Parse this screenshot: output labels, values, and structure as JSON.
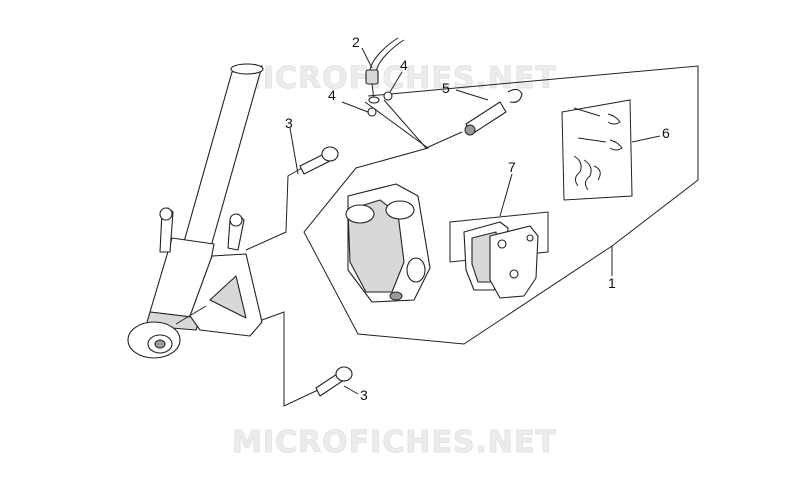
{
  "watermark": {
    "top": "MICROFICHES.NET",
    "bottom": "MICROFICHES.NET"
  },
  "callouts": {
    "c1": "1",
    "c2": "2",
    "c3a": "3",
    "c3b": "3",
    "c4a": "4",
    "c4b": "4",
    "c5": "5",
    "c6": "6",
    "c7": "7"
  }
}
